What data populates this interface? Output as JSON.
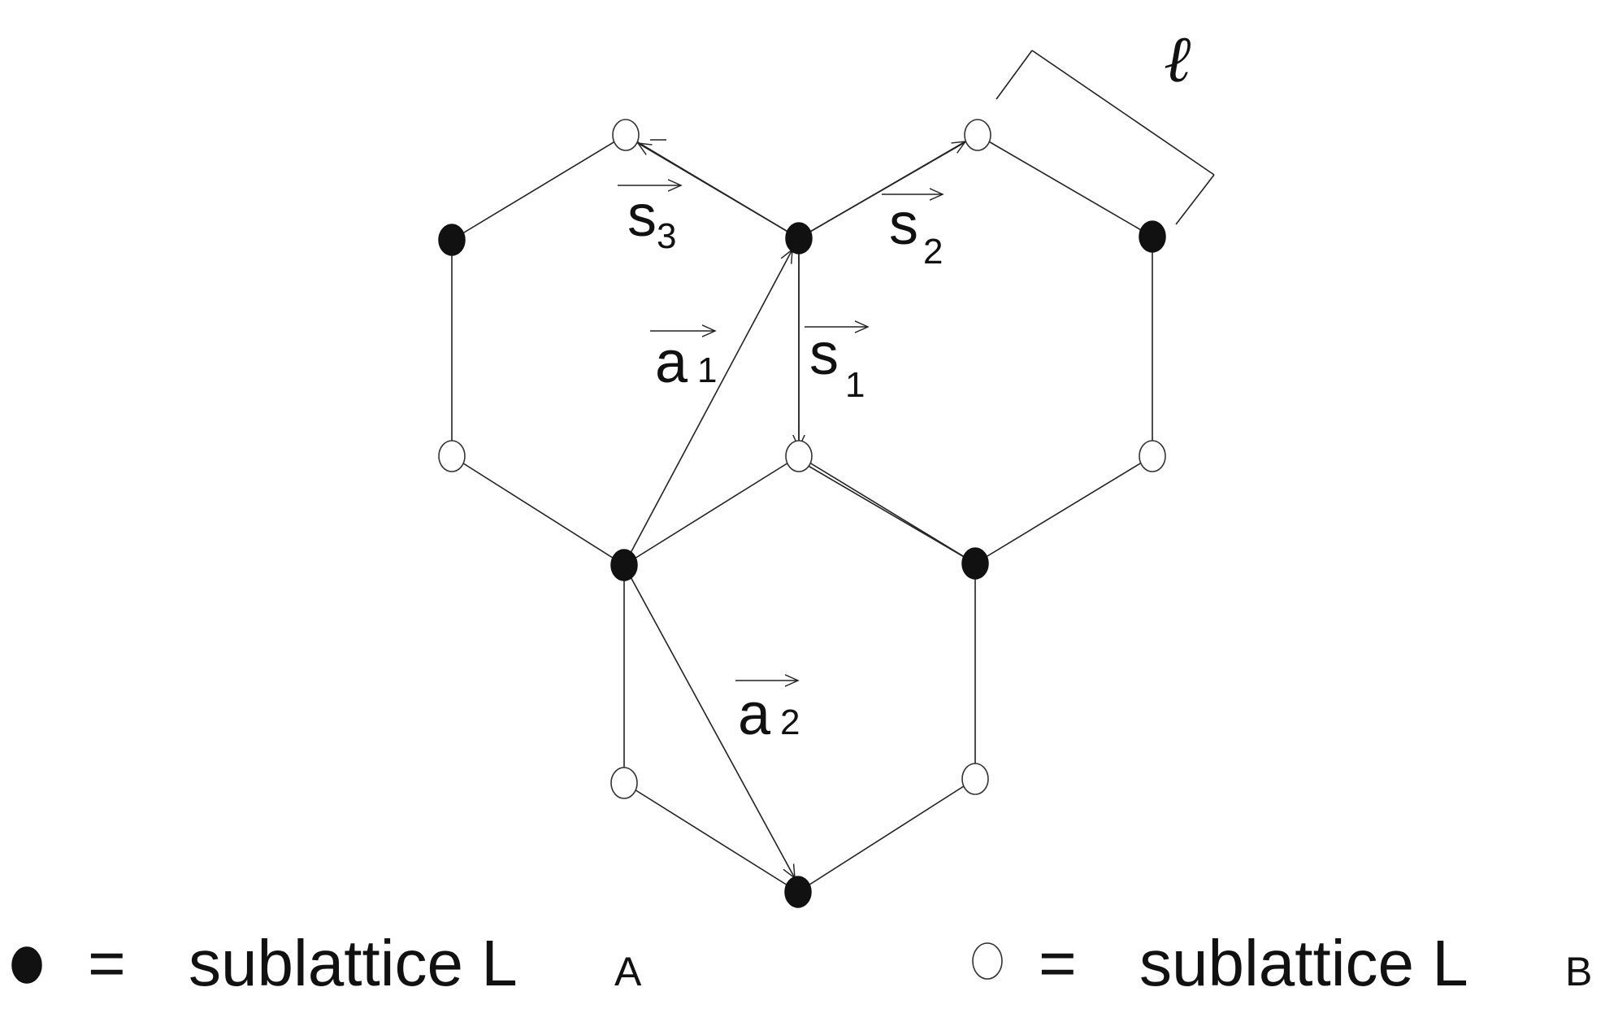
{
  "labels": {
    "s1": "s",
    "s1_sub": "1",
    "s2": "s",
    "s2_sub": "2",
    "s3": "s",
    "s3_sub": "3",
    "a1": "a",
    "a1_sub": "1",
    "a2": "a",
    "a2_sub": "2",
    "ell": "ℓ"
  },
  "legend": {
    "equals": "=",
    "a_text": "sublattice L",
    "a_sub": "A",
    "b_text": "sublattice L",
    "b_sub": "B"
  }
}
